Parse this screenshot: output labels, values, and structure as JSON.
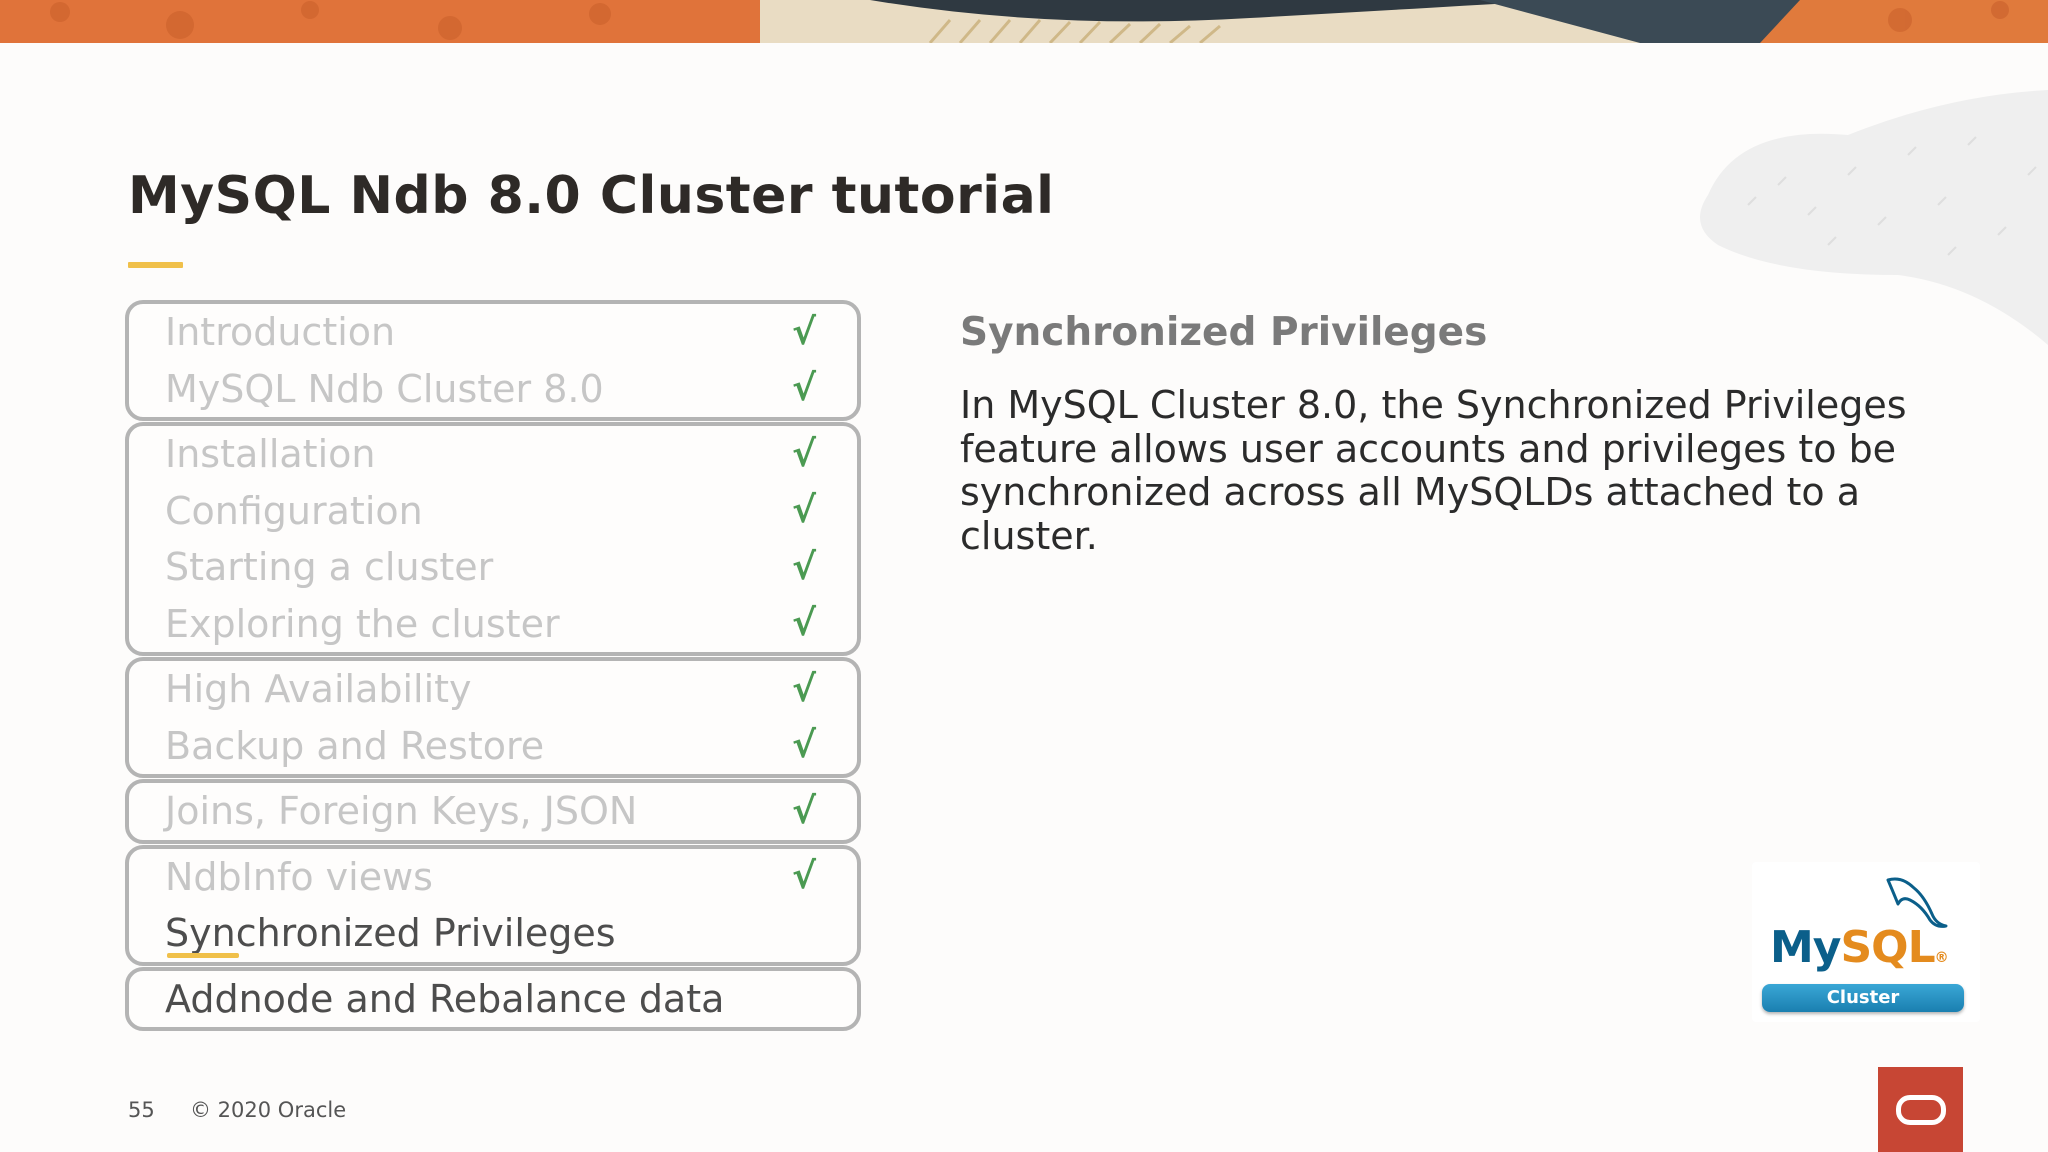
{
  "slide": {
    "title": "MySQL Ndb 8.0 Cluster tutorial",
    "page_number": "55",
    "copyright": "© 2020 Oracle"
  },
  "agenda": {
    "check_glyph": "√",
    "groups": [
      {
        "items": [
          {
            "label": "Introduction",
            "status": "done"
          },
          {
            "label": "MySQL Ndb Cluster 8.0",
            "status": "done"
          }
        ]
      },
      {
        "items": [
          {
            "label": "Installation",
            "status": "done"
          },
          {
            "label": "Configuration",
            "status": "done"
          },
          {
            "label": "Starting a cluster",
            "status": "done"
          },
          {
            "label": "Exploring the cluster",
            "status": "done"
          }
        ]
      },
      {
        "items": [
          {
            "label": "High Availability",
            "status": "done"
          },
          {
            "label": "Backup and Restore",
            "status": "done"
          }
        ]
      },
      {
        "items": [
          {
            "label": "Joins, Foreign Keys, JSON",
            "status": "done"
          }
        ]
      },
      {
        "items": [
          {
            "label": "NdbInfo views",
            "status": "done"
          },
          {
            "label": "Synchronized Privileges",
            "status": "current"
          }
        ]
      },
      {
        "items": [
          {
            "label": "Addnode and Rebalance data",
            "status": "upcoming"
          }
        ]
      }
    ]
  },
  "content": {
    "heading": "Synchronized Privileges",
    "body": "In MySQL Cluster 8.0, the Synchronized Privileges feature allows user accounts and privileges to be synchronized across all MySQLDs attached to a cluster."
  },
  "logo": {
    "word_my": "My",
    "word_sql": "SQL",
    "registered": "®",
    "badge": "Cluster"
  },
  "colors": {
    "accent_yellow": "#f0c04a",
    "check_green": "#4b9a52",
    "oracle_red": "#c74634",
    "mysql_blue": "#0b5f8a",
    "mysql_orange": "#e48b1e"
  },
  "icons": {
    "oracle_logo": "oracle-icon",
    "dolphin": "dolphin-icon",
    "check": "check-icon"
  }
}
